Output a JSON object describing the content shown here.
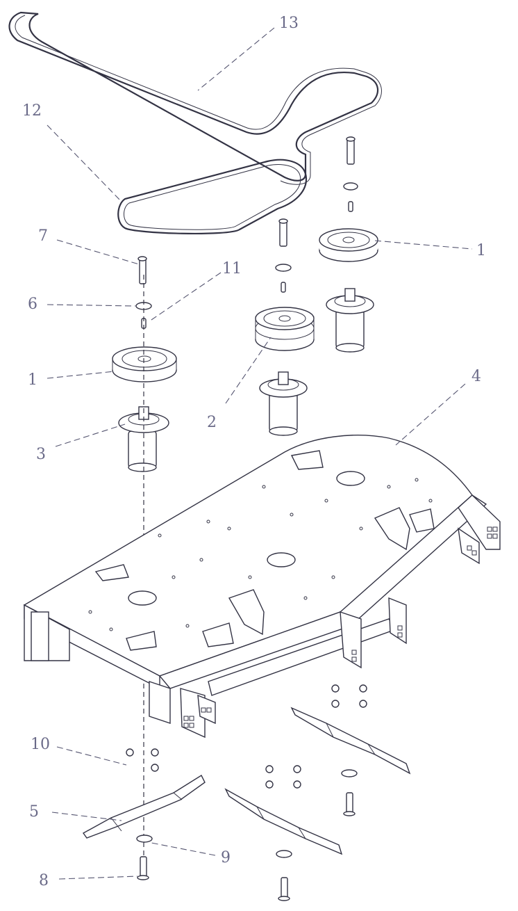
{
  "callouts": [
    {
      "id": "c13",
      "text": "13"
    },
    {
      "id": "c12",
      "text": "12"
    },
    {
      "id": "c1a",
      "text": "1"
    },
    {
      "id": "c7",
      "text": "7"
    },
    {
      "id": "c11",
      "text": "11"
    },
    {
      "id": "c6",
      "text": "6"
    },
    {
      "id": "c1b",
      "text": "1"
    },
    {
      "id": "c2",
      "text": "2"
    },
    {
      "id": "c3",
      "text": "3"
    },
    {
      "id": "c4",
      "text": "4"
    },
    {
      "id": "c10",
      "text": "10"
    },
    {
      "id": "c5",
      "text": "5"
    },
    {
      "id": "c9",
      "text": "9"
    },
    {
      "id": "c8",
      "text": "8"
    }
  ]
}
